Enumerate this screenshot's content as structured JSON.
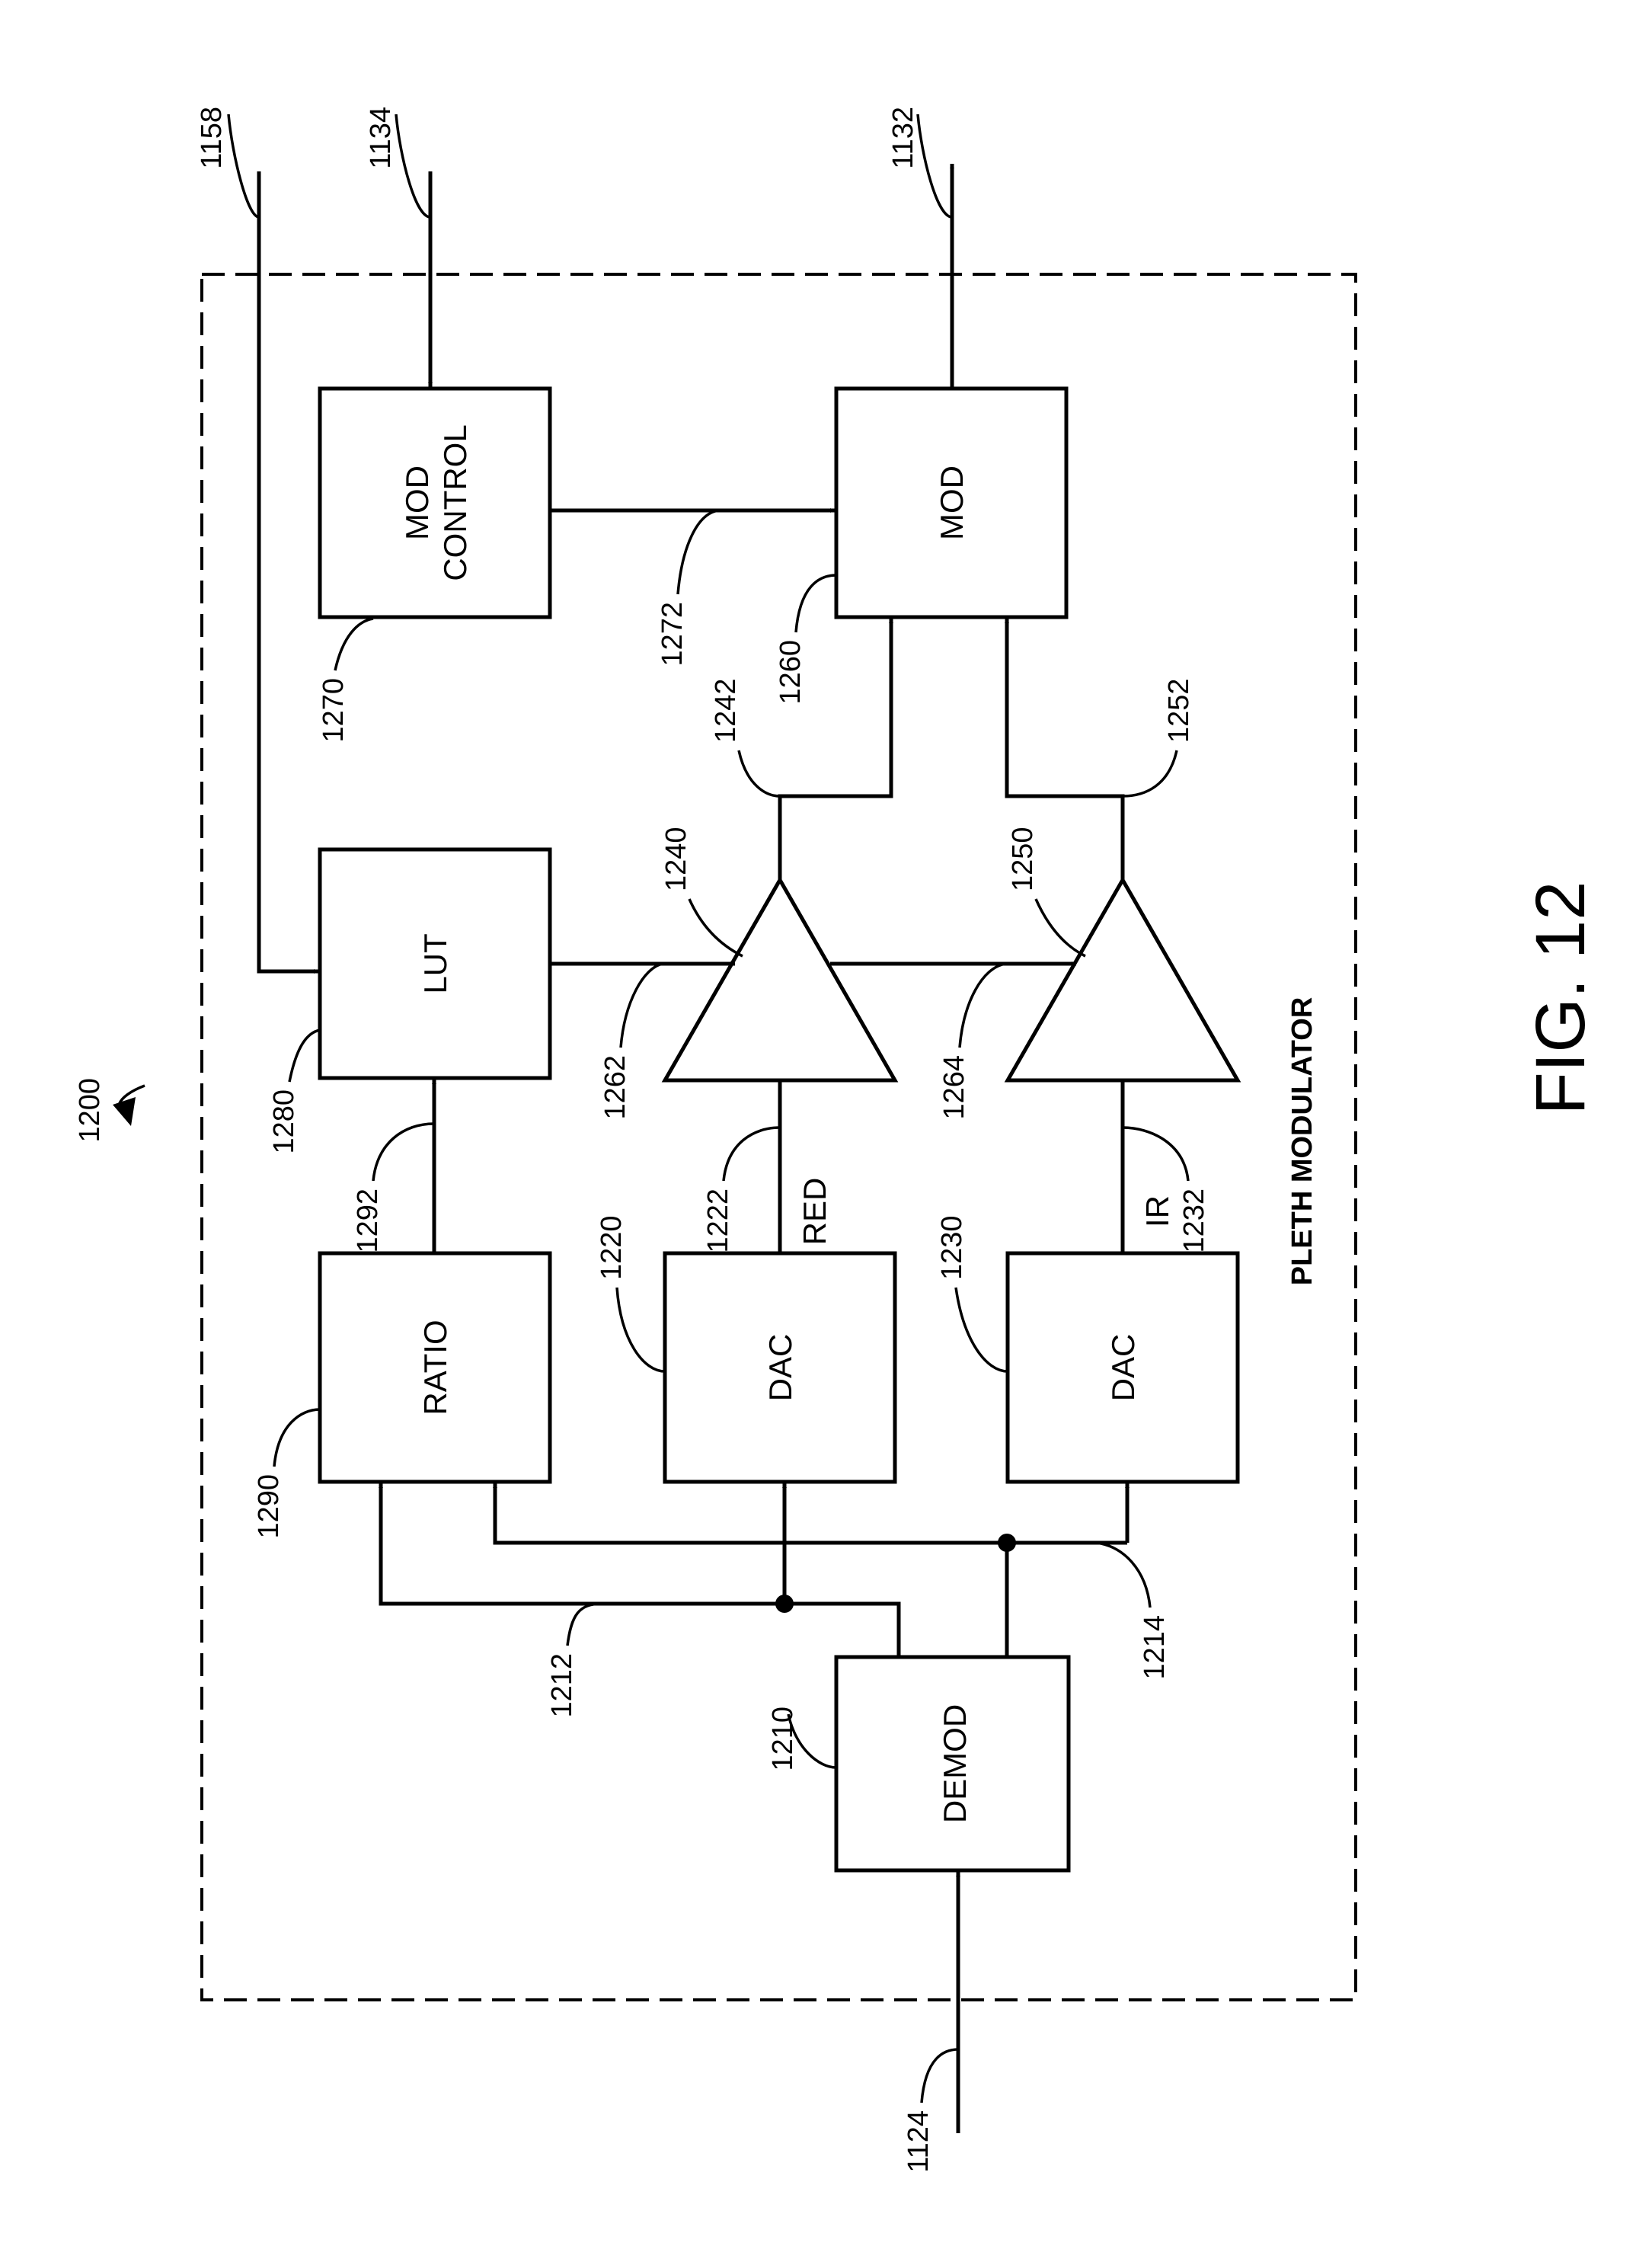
{
  "figure": {
    "caption": "FIG. 12",
    "module_title": "PLETH MODULATOR",
    "module_ref": "1200"
  },
  "blocks": {
    "demod": {
      "label": "DEMOD",
      "ref": "1210"
    },
    "ratio": {
      "label": "RATIO",
      "ref": "1290"
    },
    "dac_red": {
      "label": "DAC",
      "ref": "1220"
    },
    "dac_ir": {
      "label": "DAC",
      "ref": "1230"
    },
    "lut": {
      "label": "LUT",
      "ref": "1280"
    },
    "mod_control": {
      "label_line1": "MOD",
      "label_line2": "CONTROL",
      "ref": "1270"
    },
    "mod": {
      "label": "MOD",
      "ref": "1260"
    }
  },
  "amplifiers": {
    "red": {
      "ref": "1240"
    },
    "ir": {
      "ref": "1250"
    }
  },
  "signals": {
    "input": "1124",
    "control_in": "1134",
    "lut_in": "1158",
    "output": "1132",
    "demod_bus_a": "1212",
    "demod_bus_b": "1214",
    "red_signal": {
      "label": "RED",
      "ref": "1222"
    },
    "ir_signal": {
      "label": "IR",
      "ref": "1232"
    },
    "ratio_out": "1292",
    "lut_out_red": "1262",
    "lut_out_ir": "1264",
    "amp_red_out": "1242",
    "amp_ir_out": "1252",
    "mod_control_out": "1272"
  }
}
